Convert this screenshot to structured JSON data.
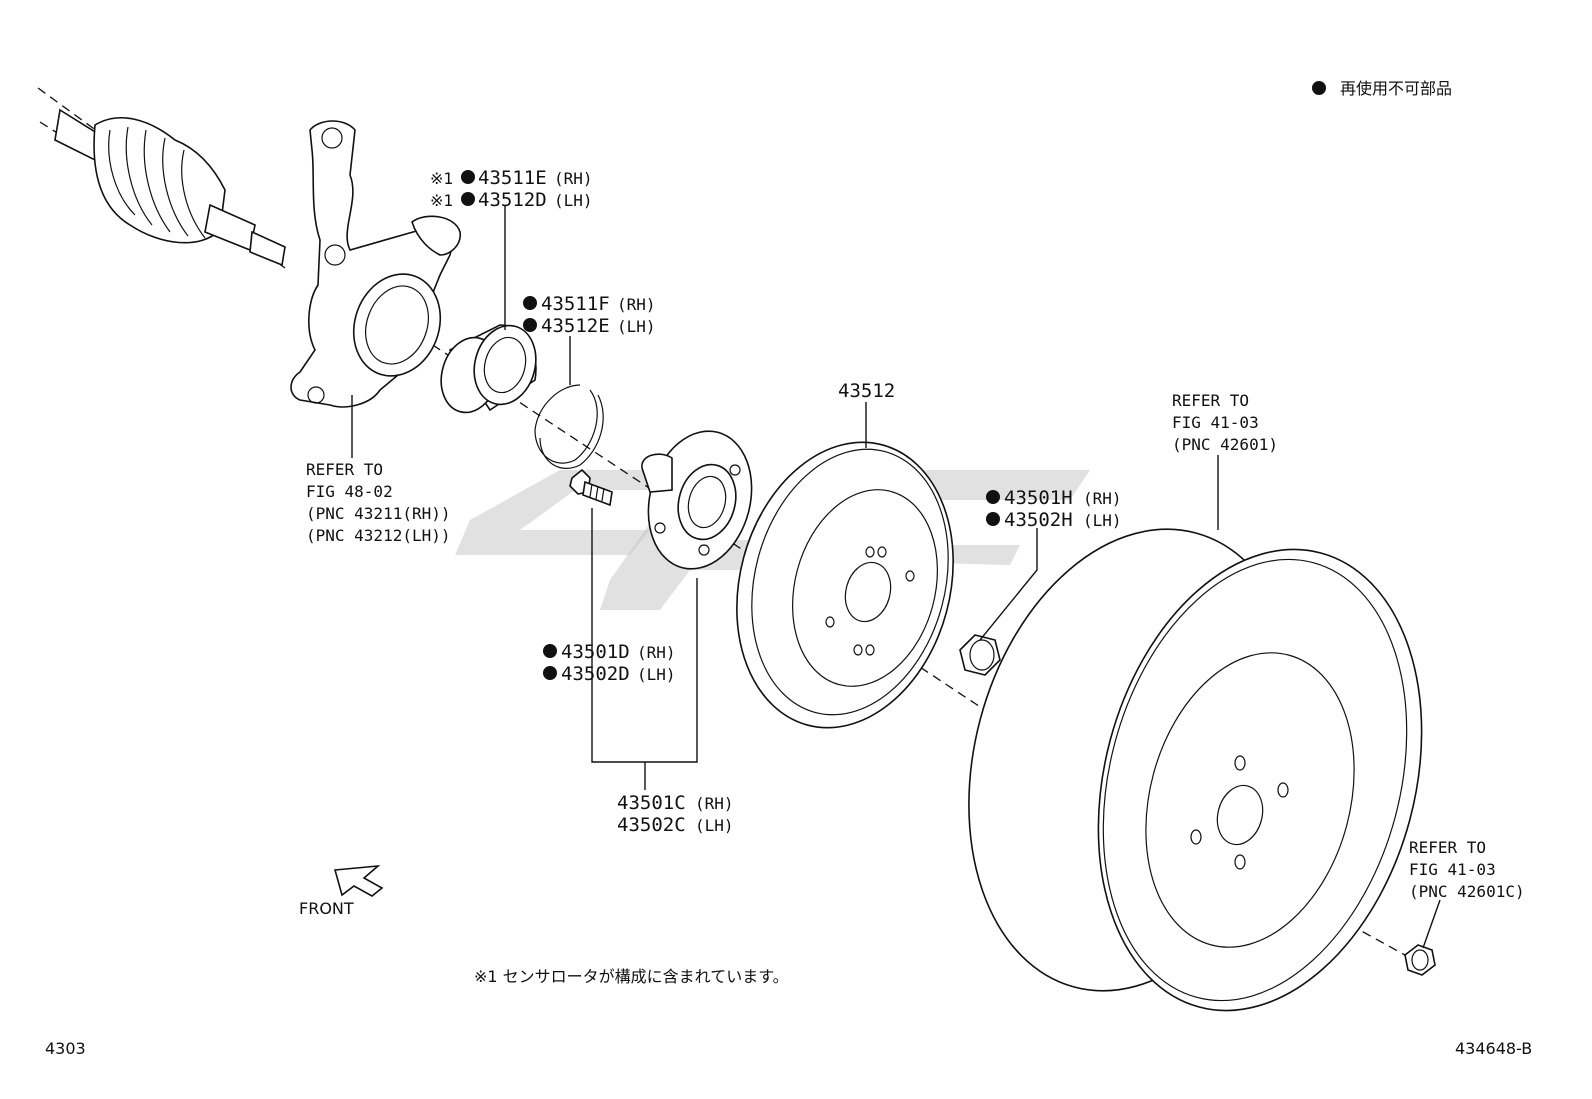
{
  "legend": {
    "non_reusable_mark": "●",
    "non_reusable_label": "再使用不可部品"
  },
  "footnote": "※1 センサロータが構成に含まれています。",
  "page_number": "4303",
  "figure_code": "434648-B",
  "front_label": "FRONT",
  "labels": {
    "bearing_rh": "43511E",
    "bearing_rh_side": "(RH)",
    "bearing_lh": "43512D",
    "bearing_lh_side": "(LH)",
    "bearing_note_mark": "※1",
    "snapring_rh": "43511F",
    "snapring_rh_side": "(RH)",
    "snapring_lh": "43512E",
    "snapring_lh_side": "(LH)",
    "knuckle_ref_1": "REFER TO",
    "knuckle_ref_2": "FIG 48-02",
    "knuckle_ref_3": "(PNC 43211(RH))",
    "knuckle_ref_4": "(PNC 43212(LH))",
    "bolt_rh": "43501D",
    "bolt_rh_side": "(RH)",
    "bolt_lh": "43502D",
    "bolt_lh_side": "(LH)",
    "hub_rh": "43501C",
    "hub_rh_side": "(RH)",
    "hub_lh": "43502C",
    "hub_lh_side": "(LH)",
    "disc": "43512",
    "nut_rh": "43501H",
    "nut_rh_side": "(RH)",
    "nut_lh": "43502H",
    "nut_lh_side": "(LH)",
    "wheel_ref_1": "REFER TO",
    "wheel_ref_2": "FIG 41-03",
    "wheel_ref_3": "(PNC 42601)",
    "wheelnut_ref_1": "REFER TO",
    "wheelnut_ref_2": "FIG 41-03",
    "wheelnut_ref_3": "(PNC 42601C)"
  }
}
